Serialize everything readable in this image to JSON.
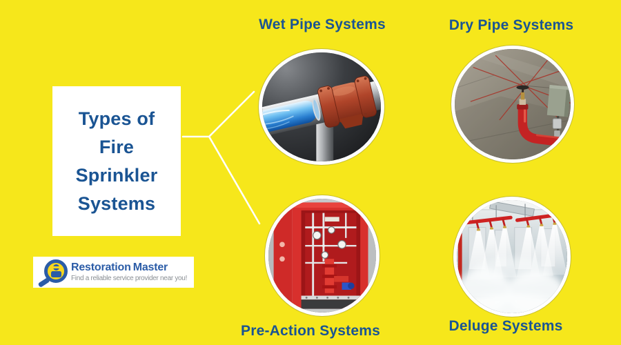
{
  "page": {
    "background_color": "#F6E71B",
    "heading_color": "#1A5493",
    "connector_color": "#FFFFFF",
    "circle_border_color": "#FFFFFF"
  },
  "title": {
    "lines": [
      "Types of",
      "Fire",
      "Sprinkler",
      "Systems"
    ]
  },
  "categories": [
    {
      "label": "Wet Pipe Systems",
      "image": "wet-pipe-tee-fitting-photo"
    },
    {
      "label": "Dry Pipe Systems",
      "image": "dry-pipe-sprinkler-ceiling-photo"
    },
    {
      "label": "Pre-Action Systems",
      "image": "pre-action-valve-cabinet-photo"
    },
    {
      "label": "Deluge Systems",
      "image": "deluge-sprinklers-spraying-photo"
    }
  ],
  "logo": {
    "name_part1": "Restoration",
    "name_part2": "Master",
    "tagline": "Find a reliable service provider near you!",
    "brand_blue": "#2B5CA7",
    "brand_yellow": "#F7D71E"
  }
}
